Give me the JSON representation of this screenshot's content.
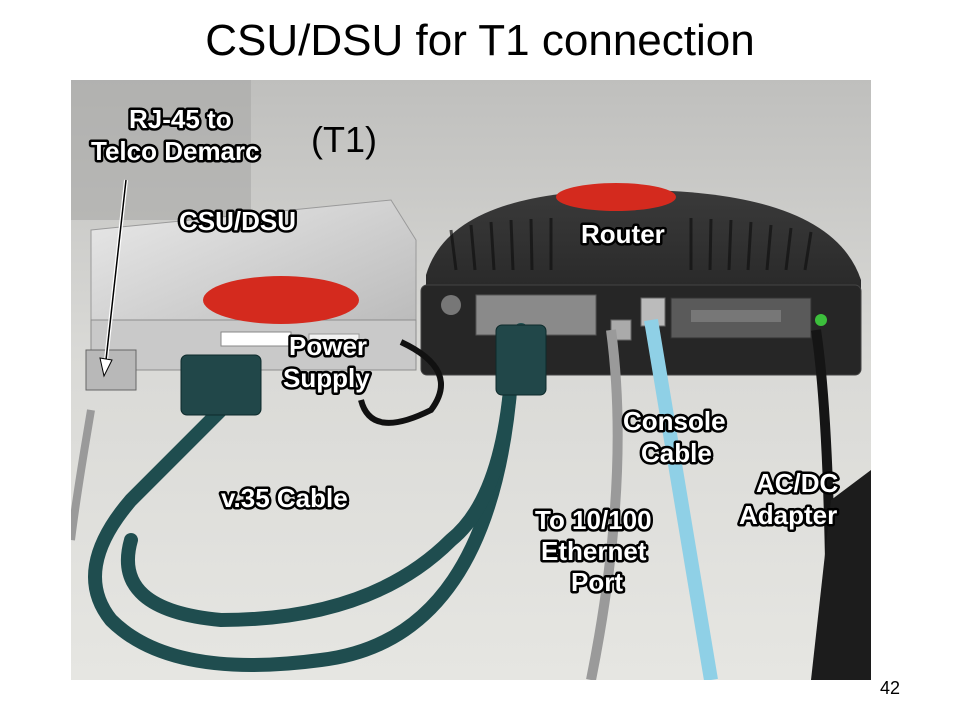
{
  "slide": {
    "title": "CSU/DSU for T1 connection",
    "page_number": "42"
  },
  "photo": {
    "labels": {
      "rj45_line1": "RJ-45 to",
      "rj45_line2": "Telco Demarc",
      "t1": "(T1)",
      "csu_dsu": "CSU/DSU",
      "router": "Router",
      "power_line1": "Power",
      "power_line2": "Supply",
      "console_line1": "Console",
      "console_line2": "Cable",
      "v35": "v.35 Cable",
      "ethernet_line1": "To 10/100",
      "ethernet_line2": "Ethernet",
      "ethernet_line3": "Port",
      "acdc_line1": "AC/DC",
      "acdc_line2": "Adapter"
    }
  },
  "colors": {
    "v35_cable": "#1f4d4f",
    "console_cable": "#8fd0e6",
    "ethernet_cable": "#9a9a9a",
    "router_body": "#2b2b2b",
    "csu_body": "#d8d8d8",
    "red_sticker": "#d42a1e"
  }
}
